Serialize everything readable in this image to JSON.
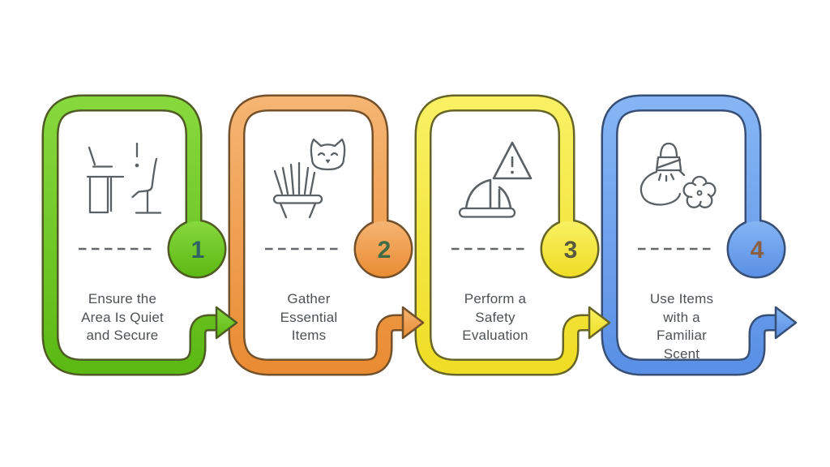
{
  "diagram": {
    "type": "process-flow-infographic",
    "background_color": "#ffffff",
    "stroke_icon_color": "#5b6064",
    "label_text_color": "#4d5156",
    "steps": [
      {
        "number": "1",
        "label": "Ensure the Area Is Quiet and Secure",
        "icon": "desk-and-chair-icon",
        "color": "#74c92b",
        "color_light": "#87d83d",
        "color_dark": "#5cb914",
        "outline_color": "#4e5b23",
        "number_color": "#2f6364"
      },
      {
        "number": "2",
        "label": "Gather Essential Items",
        "icon": "cat-and-grass-planter-icon",
        "color": "#f0a356",
        "color_light": "#f5b472",
        "color_dark": "#ea8c33",
        "outline_color": "#74512b",
        "number_color": "#3f6c46"
      },
      {
        "number": "3",
        "label": "Perform a Safety Evaluation",
        "icon": "hard-hat-warning-triangle-icon",
        "color": "#f7ea43",
        "color_light": "#f9f163",
        "color_dark": "#efdd26",
        "outline_color": "#666426",
        "number_color": "#585a40"
      },
      {
        "number": "4",
        "label": "Use Items with a Familiar Scent",
        "icon": "spray-bottle-and-flower-icon",
        "color": "#71a9f0",
        "color_light": "#85b5f4",
        "color_dark": "#5a90e5",
        "outline_color": "#374f76",
        "number_color": "#8a6045"
      }
    ]
  }
}
